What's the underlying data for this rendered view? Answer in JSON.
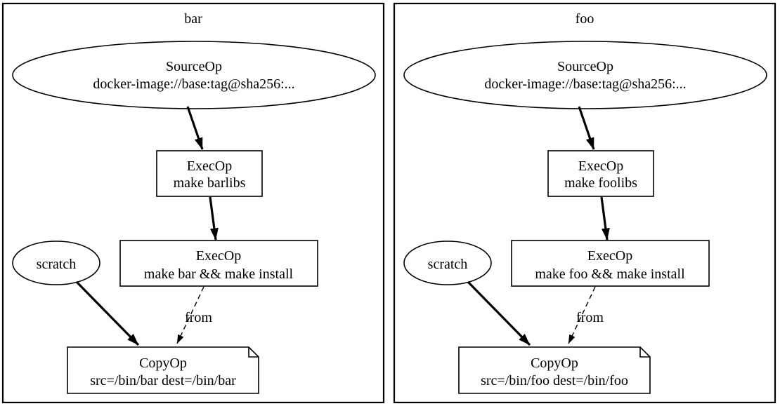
{
  "diagram": {
    "background_color": "#ffffff",
    "stroke_color": "#000000",
    "clusters": [
      {
        "label": "bar",
        "source": {
          "line1": "SourceOp",
          "line2": "docker-image://base:tag@sha256:..."
        },
        "exec_build": {
          "line1": "ExecOp",
          "line2": "make barlibs"
        },
        "exec_install": {
          "line1": "ExecOp",
          "line2": "make bar && make install"
        },
        "scratch": {
          "label": "scratch"
        },
        "copy": {
          "line1": "CopyOp",
          "line2": "src=/bin/bar dest=/bin/bar"
        },
        "from_edge_label": "from",
        "edges": [
          {
            "from": "SourceOp",
            "to": "ExecOp make barlibs",
            "style": "bold"
          },
          {
            "from": "ExecOp make barlibs",
            "to": "ExecOp make bar && make install",
            "style": "bold"
          },
          {
            "from": "scratch",
            "to": "CopyOp",
            "style": "bold"
          },
          {
            "from": "ExecOp make bar && make install",
            "to": "CopyOp",
            "style": "dashed",
            "label": "from"
          }
        ]
      },
      {
        "label": "foo",
        "source": {
          "line1": "SourceOp",
          "line2": "docker-image://base:tag@sha256:..."
        },
        "exec_build": {
          "line1": "ExecOp",
          "line2": "make foolibs"
        },
        "exec_install": {
          "line1": "ExecOp",
          "line2": "make foo && make install"
        },
        "scratch": {
          "label": "scratch"
        },
        "copy": {
          "line1": "CopyOp",
          "line2": "src=/bin/foo dest=/bin/foo"
        },
        "from_edge_label": "from",
        "edges": [
          {
            "from": "SourceOp",
            "to": "ExecOp make foolibs",
            "style": "bold"
          },
          {
            "from": "ExecOp make foolibs",
            "to": "ExecOp make foo && make install",
            "style": "bold"
          },
          {
            "from": "scratch",
            "to": "CopyOp",
            "style": "bold"
          },
          {
            "from": "ExecOp make foo && make install",
            "to": "CopyOp",
            "style": "dashed",
            "label": "from"
          }
        ]
      }
    ]
  }
}
